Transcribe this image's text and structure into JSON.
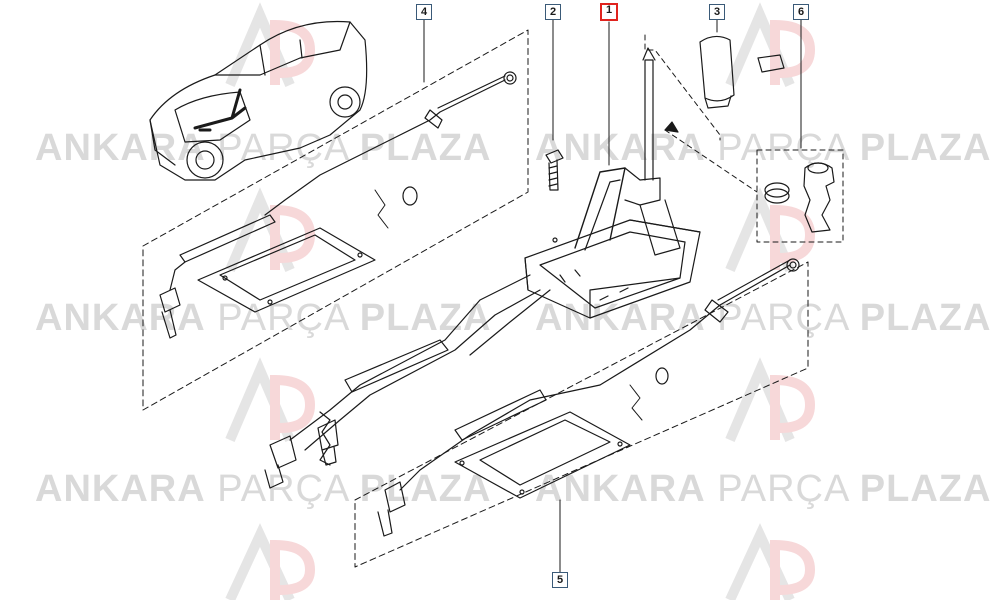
{
  "watermark": {
    "word1": "ANKARA",
    "word2": "PARÇA",
    "word3": "PLAZA",
    "logo_letters": "AP"
  },
  "callouts": [
    {
      "id": "1",
      "highlighted": true
    },
    {
      "id": "2",
      "highlighted": false
    },
    {
      "id": "3",
      "highlighted": false
    },
    {
      "id": "4",
      "highlighted": false
    },
    {
      "id": "5",
      "highlighted": false
    },
    {
      "id": "6",
      "highlighted": false
    }
  ],
  "colors": {
    "line": "#1a1a1a",
    "callout_border": "#3a5a78",
    "highlight": "#e0231e",
    "watermark": "#d9d9d9",
    "logo_red": "#f2c9cb"
  }
}
